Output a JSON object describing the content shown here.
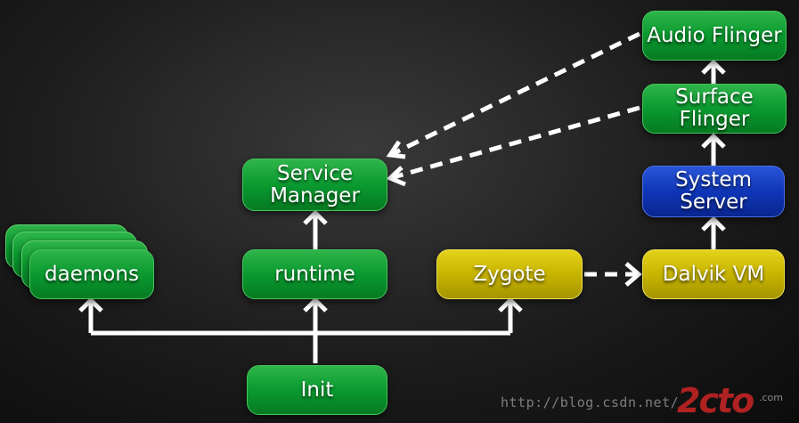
{
  "diagram": {
    "nodes": {
      "audio_flinger": "Audio Flinger",
      "surface_flinger": "Surface\nFlinger",
      "system_server": "System\nServer",
      "service_manager": "Service\nManager",
      "daemons": "daemons",
      "runtime": "runtime",
      "zygote": "Zygote",
      "dalvik_vm": "Dalvik VM",
      "init": "Init"
    },
    "colors": {
      "green": "#0a9a30",
      "yellow": "#c7b400",
      "blue": "#0f36b8",
      "arrow": "#ffffff"
    }
  },
  "watermark": {
    "url": "http://blog.csdn.net/",
    "logo": "2cto",
    "logo_sub": ".com"
  }
}
